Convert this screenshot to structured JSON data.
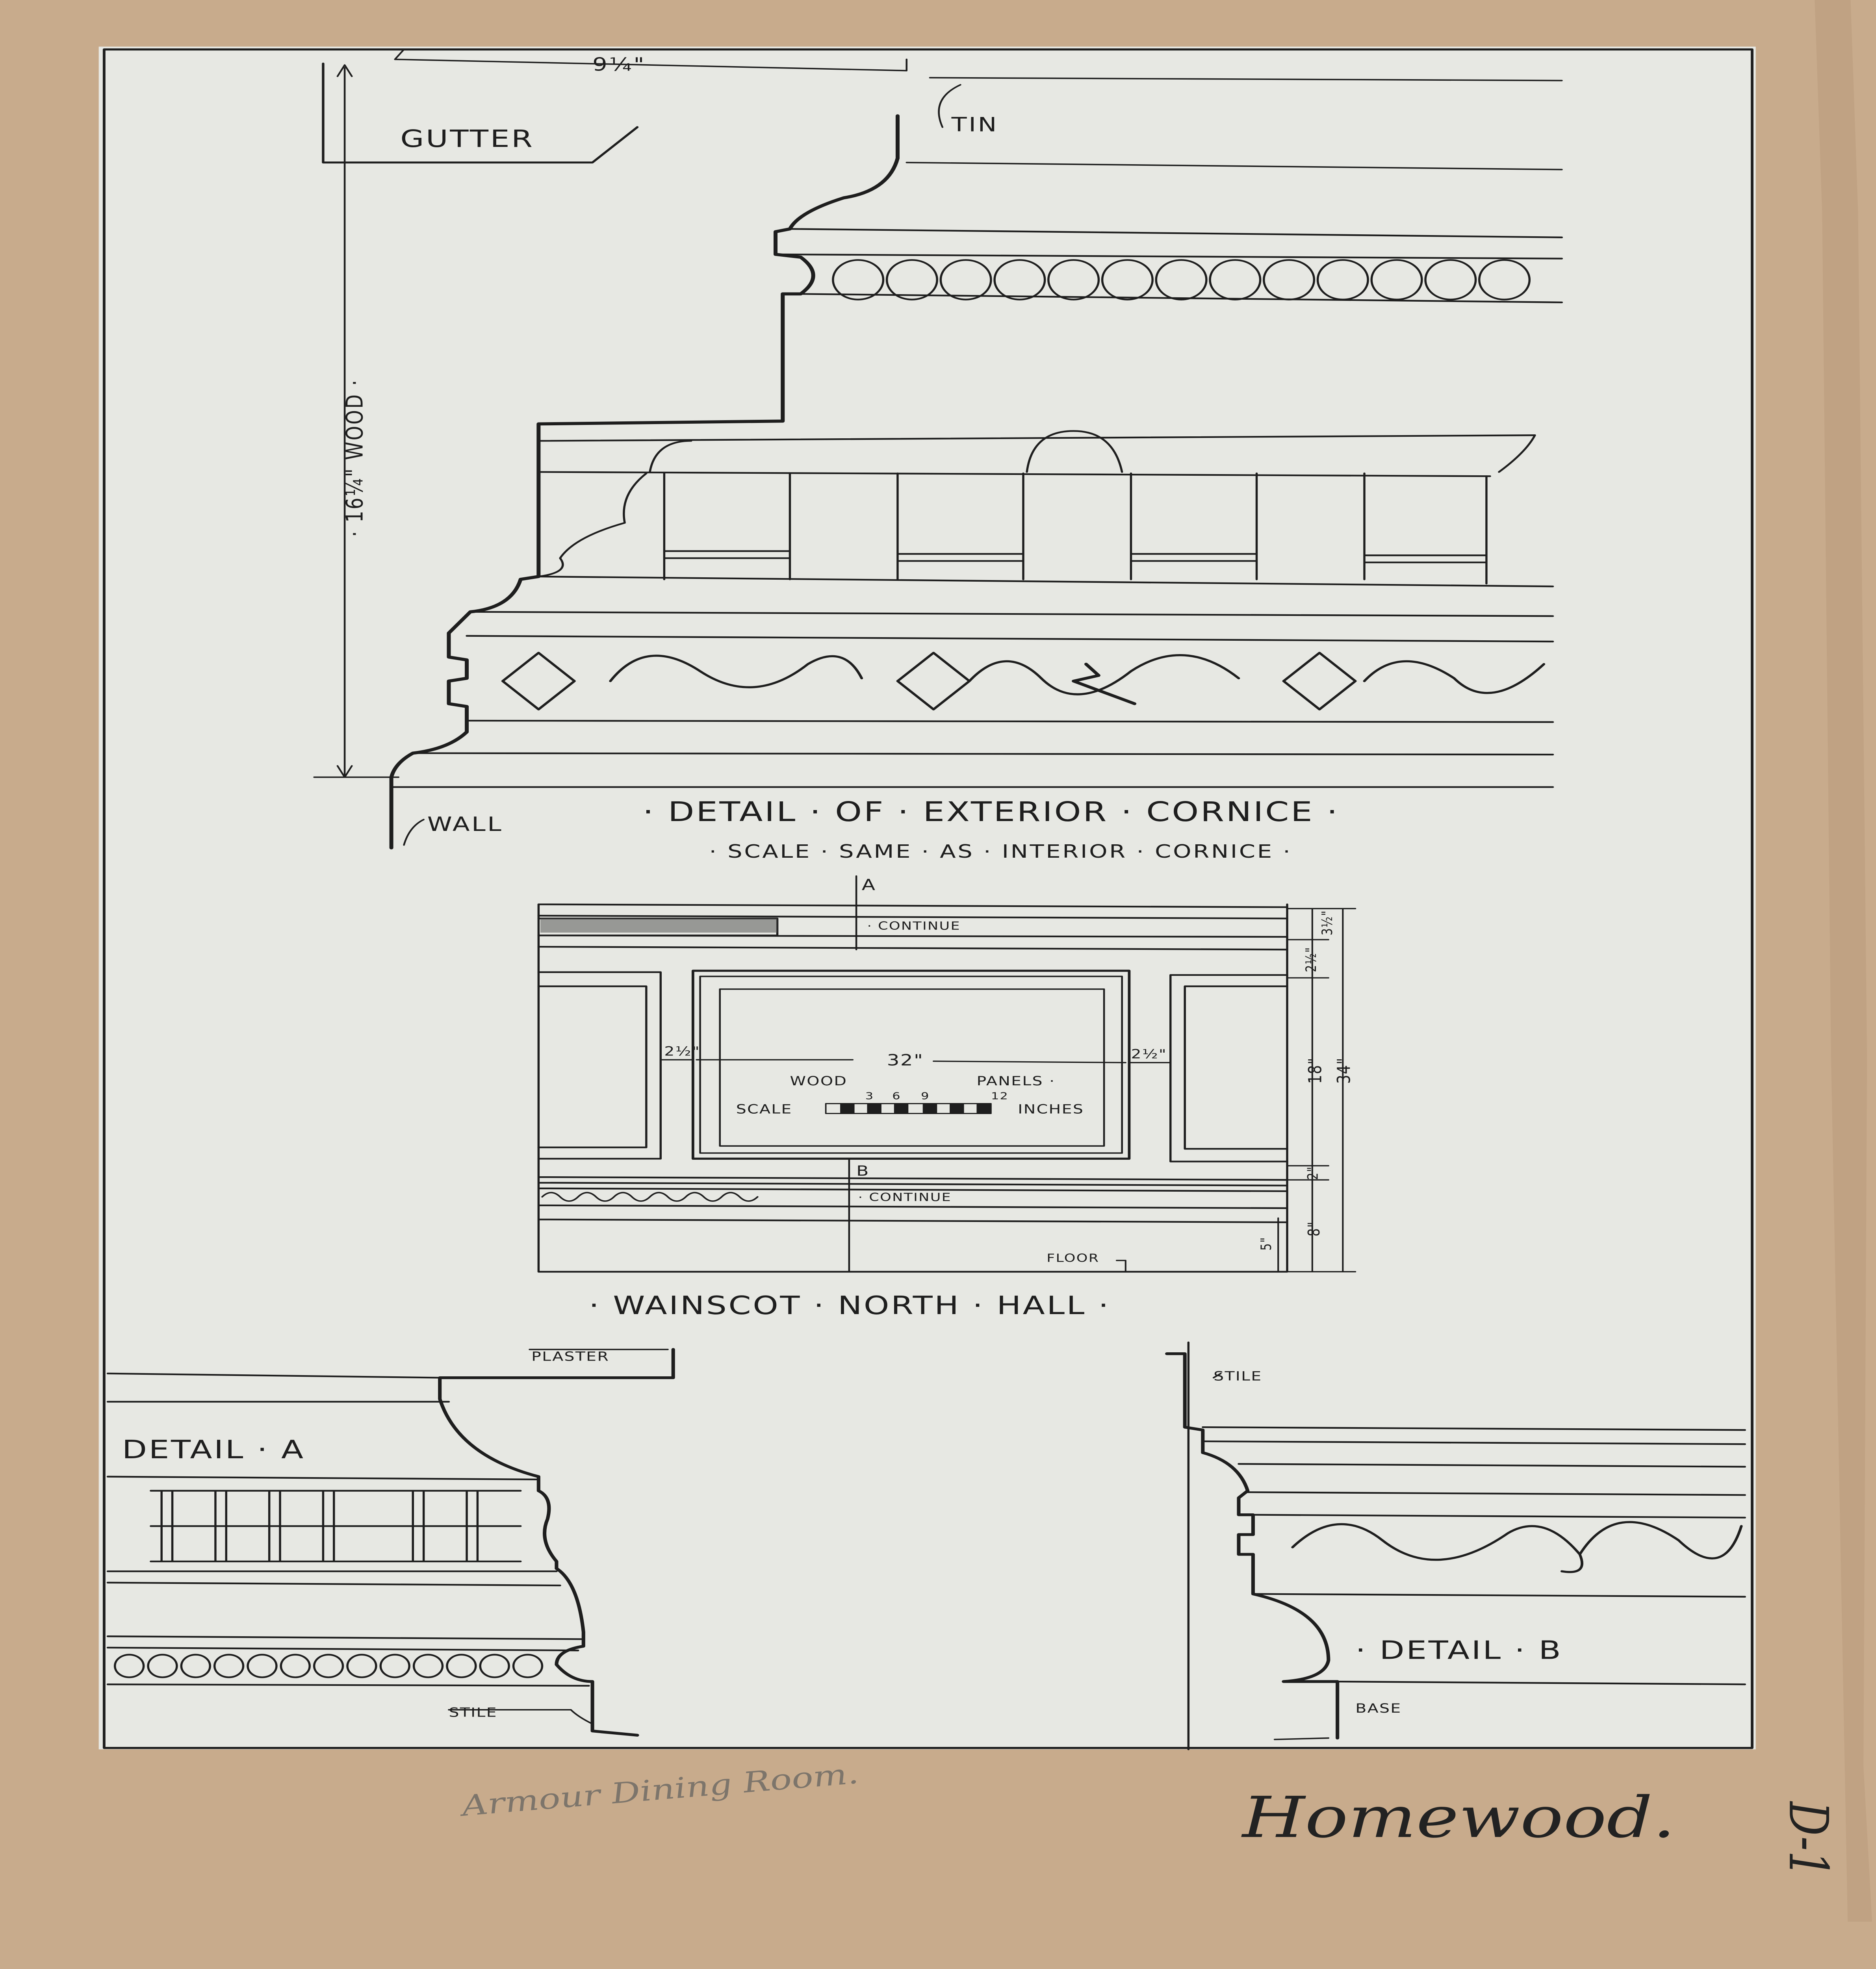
{
  "sheet": {
    "paper_color": "#c8ab8c",
    "drawing_color": "#e7e8e3",
    "ink_color": "#1e1e1e"
  },
  "exterior_cornice": {
    "dim_width": "9¼\"",
    "gutter_label": "GUTTER",
    "tin_label": "TIN",
    "dim_height": "· 16¼\" WOOD ·",
    "wall_label": "WALL",
    "title": "· DETAIL · OF · EXTERIOR · CORNICE ·",
    "subtitle": "· SCALE · SAME · AS · INTERIOR · CORNICE ·"
  },
  "wainscot": {
    "section_a": "A",
    "section_b": "B",
    "continue_top": "· CONTINUE",
    "continue_bottom": "· CONTINUE",
    "dim_stile_left": "2½\"",
    "dim_panel": "32\"",
    "dim_stile_right": "2½\"",
    "wood_label": "WOOD",
    "panels_label": "PANELS ·",
    "scale_label": "SCALE",
    "scale_ticks": [
      "3",
      "6",
      "9",
      "12"
    ],
    "inches_label": "INCHES",
    "floor_label": "FLOOR",
    "dims_right": [
      "3½\"",
      "2½\"",
      "18\"",
      "2\"",
      "8\"",
      "5\""
    ],
    "dim_total": "34\"",
    "title": "· WAINSCOT · NORTH · HALL ·"
  },
  "detail_a": {
    "title": "DETAIL · A",
    "plaster_label": "PLASTER",
    "stile_label": "STILE"
  },
  "detail_b": {
    "title": "· DETAIL · B",
    "stile_label": "STILE",
    "base_label": "BASE"
  },
  "annotations": {
    "pencil_note": "Armour Dining Room.",
    "signature": "Homewood.",
    "sheet_number": "D-1"
  }
}
